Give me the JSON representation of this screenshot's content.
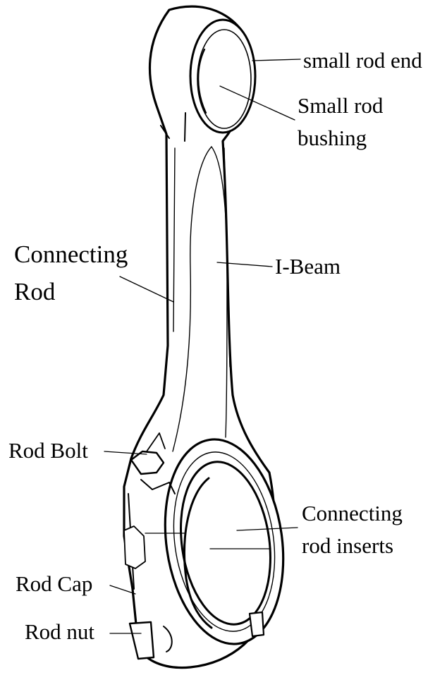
{
  "labels": {
    "small_rod_end": "small rod end",
    "small_rod_bushing_line1": "Small rod",
    "small_rod_bushing_line2": "bushing",
    "connecting_rod_line1": "Connecting",
    "connecting_rod_line2": "Rod",
    "i_beam": "I-Beam",
    "rod_bolt": "Rod Bolt",
    "connecting_rod_inserts_line1": "Connecting",
    "connecting_rod_inserts_line2": "rod inserts",
    "rod_cap": "Rod Cap",
    "rod_nut": "Rod nut"
  },
  "colors": {
    "ink": "#000000",
    "fill": "#ffffff",
    "background": "#ffffff"
  }
}
